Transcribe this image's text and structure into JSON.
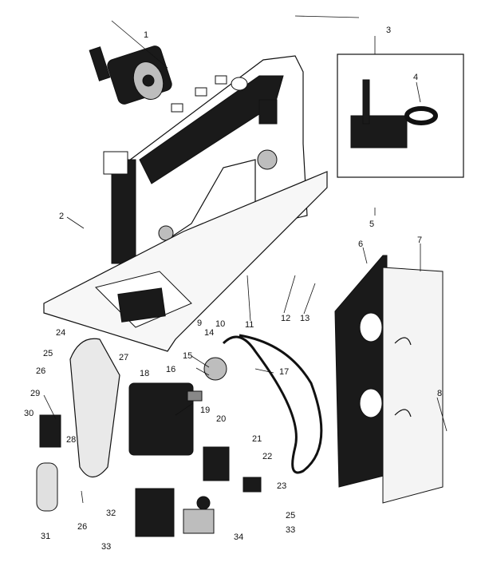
{
  "diagram": {
    "callouts": [
      "1",
      "2",
      "3",
      "4",
      "5",
      "6",
      "7",
      "8",
      "9",
      "10",
      "11",
      "12",
      "13",
      "14",
      "15",
      "16",
      "17",
      "18",
      "19",
      "20",
      "21",
      "22",
      "23",
      "24",
      "25",
      "25",
      "26",
      "26",
      "27",
      "28",
      "29",
      "30",
      "31",
      "32",
      "33",
      "33",
      "34"
    ]
  }
}
